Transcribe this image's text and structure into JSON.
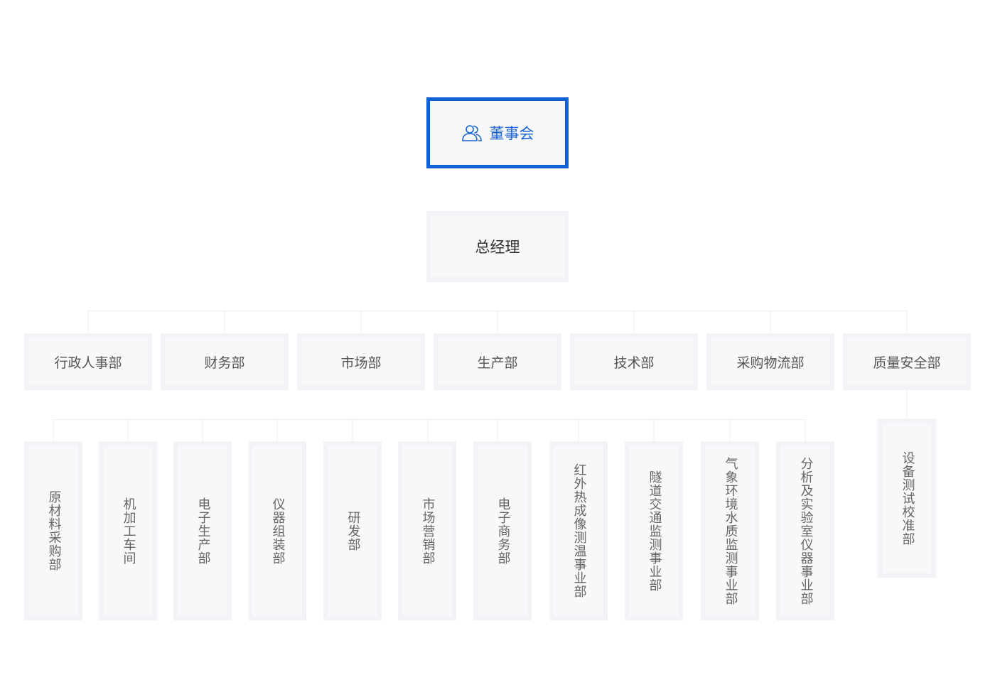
{
  "board": {
    "label": "董事会",
    "icon": "users-icon",
    "accent": "#0f62d4"
  },
  "gm": {
    "label": "总经理"
  },
  "departments": [
    {
      "label": "行政人事部"
    },
    {
      "label": "财务部"
    },
    {
      "label": "市场部"
    },
    {
      "label": "生产部"
    },
    {
      "label": "技术部"
    },
    {
      "label": "采购物流部"
    },
    {
      "label": "质量安全部"
    }
  ],
  "subunits": [
    {
      "label": "原材料采购部"
    },
    {
      "label": "机加工车间"
    },
    {
      "label": "电子生产部"
    },
    {
      "label": "仪器组装部"
    },
    {
      "label": "研发部"
    },
    {
      "label": "市场营销部"
    },
    {
      "label": "电子商务部"
    },
    {
      "label": "红外热成像测温事业部"
    },
    {
      "label": "隧道交通监测事业部"
    },
    {
      "label": "气象环境水质监测事业部"
    },
    {
      "label": "分析及实验室仪器事业部"
    }
  ],
  "quality_sub": {
    "label": "设备测试校准部"
  }
}
